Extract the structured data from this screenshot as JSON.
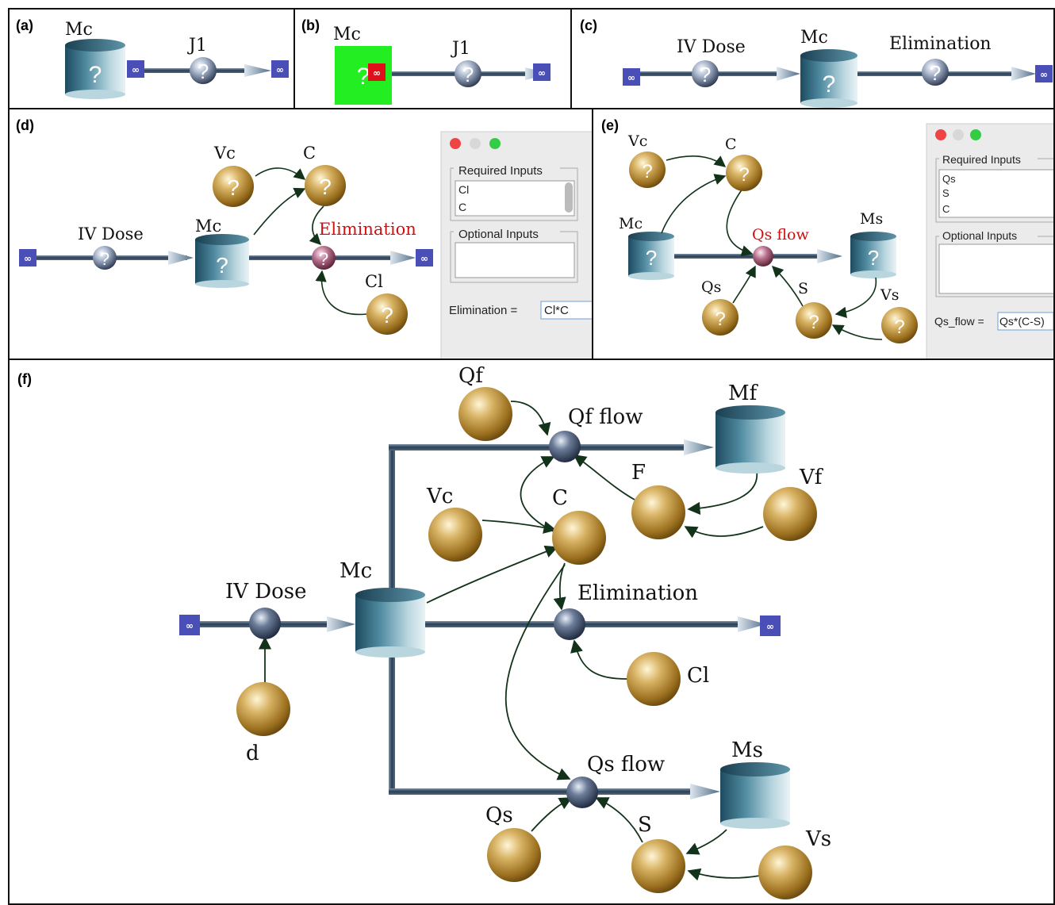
{
  "colors": {
    "border": "#111111",
    "flow_pipe": "#2d4459",
    "link_arrow": "#1a3a1a",
    "sink_box": "#4a4fb8",
    "elimination_text": "#d01010",
    "selected_green": "#22ee22",
    "selected_red": "#e0101a",
    "window_red": "#ee4444",
    "window_green": "#33cc44",
    "window_gray": "#d8d8d8"
  },
  "icons": {
    "sink": "infinity-sink-icon",
    "compartment": "cylinder-compartment-icon",
    "flow_node": "sphere-flow-node-icon",
    "variable": "gold-sphere-variable-icon",
    "window_close": "close-dot-icon",
    "window_minimize": "minimize-dot-icon",
    "window_maximize": "maximize-dot-icon"
  },
  "common": {
    "infinity": "∞",
    "question": "?"
  },
  "panel_a": {
    "tag": "(a)",
    "mc": "Mc",
    "j1": "J1"
  },
  "panel_b": {
    "tag": "(b)",
    "mc": "Mc",
    "j1": "J1"
  },
  "panel_c": {
    "tag": "(c)",
    "iv_dose": "IV Dose",
    "mc": "Mc",
    "elimination": "Elimination"
  },
  "panel_d": {
    "tag": "(d)",
    "vc": "Vc",
    "c": "C",
    "mc": "Mc",
    "iv_dose": "IV Dose",
    "elimination": "Elimination",
    "cl": "Cl",
    "dialog": {
      "required_title": "Required Inputs",
      "required_items": [
        "Cl",
        "C"
      ],
      "optional_title": "Optional Inputs",
      "equation_label": "Elimination =",
      "equation_value": "Cl*C"
    }
  },
  "panel_e": {
    "tag": "(e)",
    "vc": "Vc",
    "c": "C",
    "mc": "Mc",
    "qs_flow": "Qs flow",
    "ms": "Ms",
    "qs": "Qs",
    "s": "S",
    "vs": "Vs",
    "dialog": {
      "required_title": "Required Inputs",
      "required_items": [
        "Qs",
        "S",
        "C"
      ],
      "optional_title": "Optional Inputs",
      "equation_label": "Qs_flow =",
      "equation_value": "Qs*(C-S)"
    }
  },
  "panel_f": {
    "tag": "(f)",
    "qf": "Qf",
    "qf_flow": "Qf flow",
    "mf": "Mf",
    "f": "F",
    "vf": "Vf",
    "vc": "Vc",
    "c": "C",
    "mc": "Mc",
    "iv_dose": "IV Dose",
    "elimination": "Elimination",
    "cl": "Cl",
    "d": "d",
    "qs_flow": "Qs flow",
    "ms": "Ms",
    "qs": "Qs",
    "s": "S",
    "vs": "Vs"
  }
}
